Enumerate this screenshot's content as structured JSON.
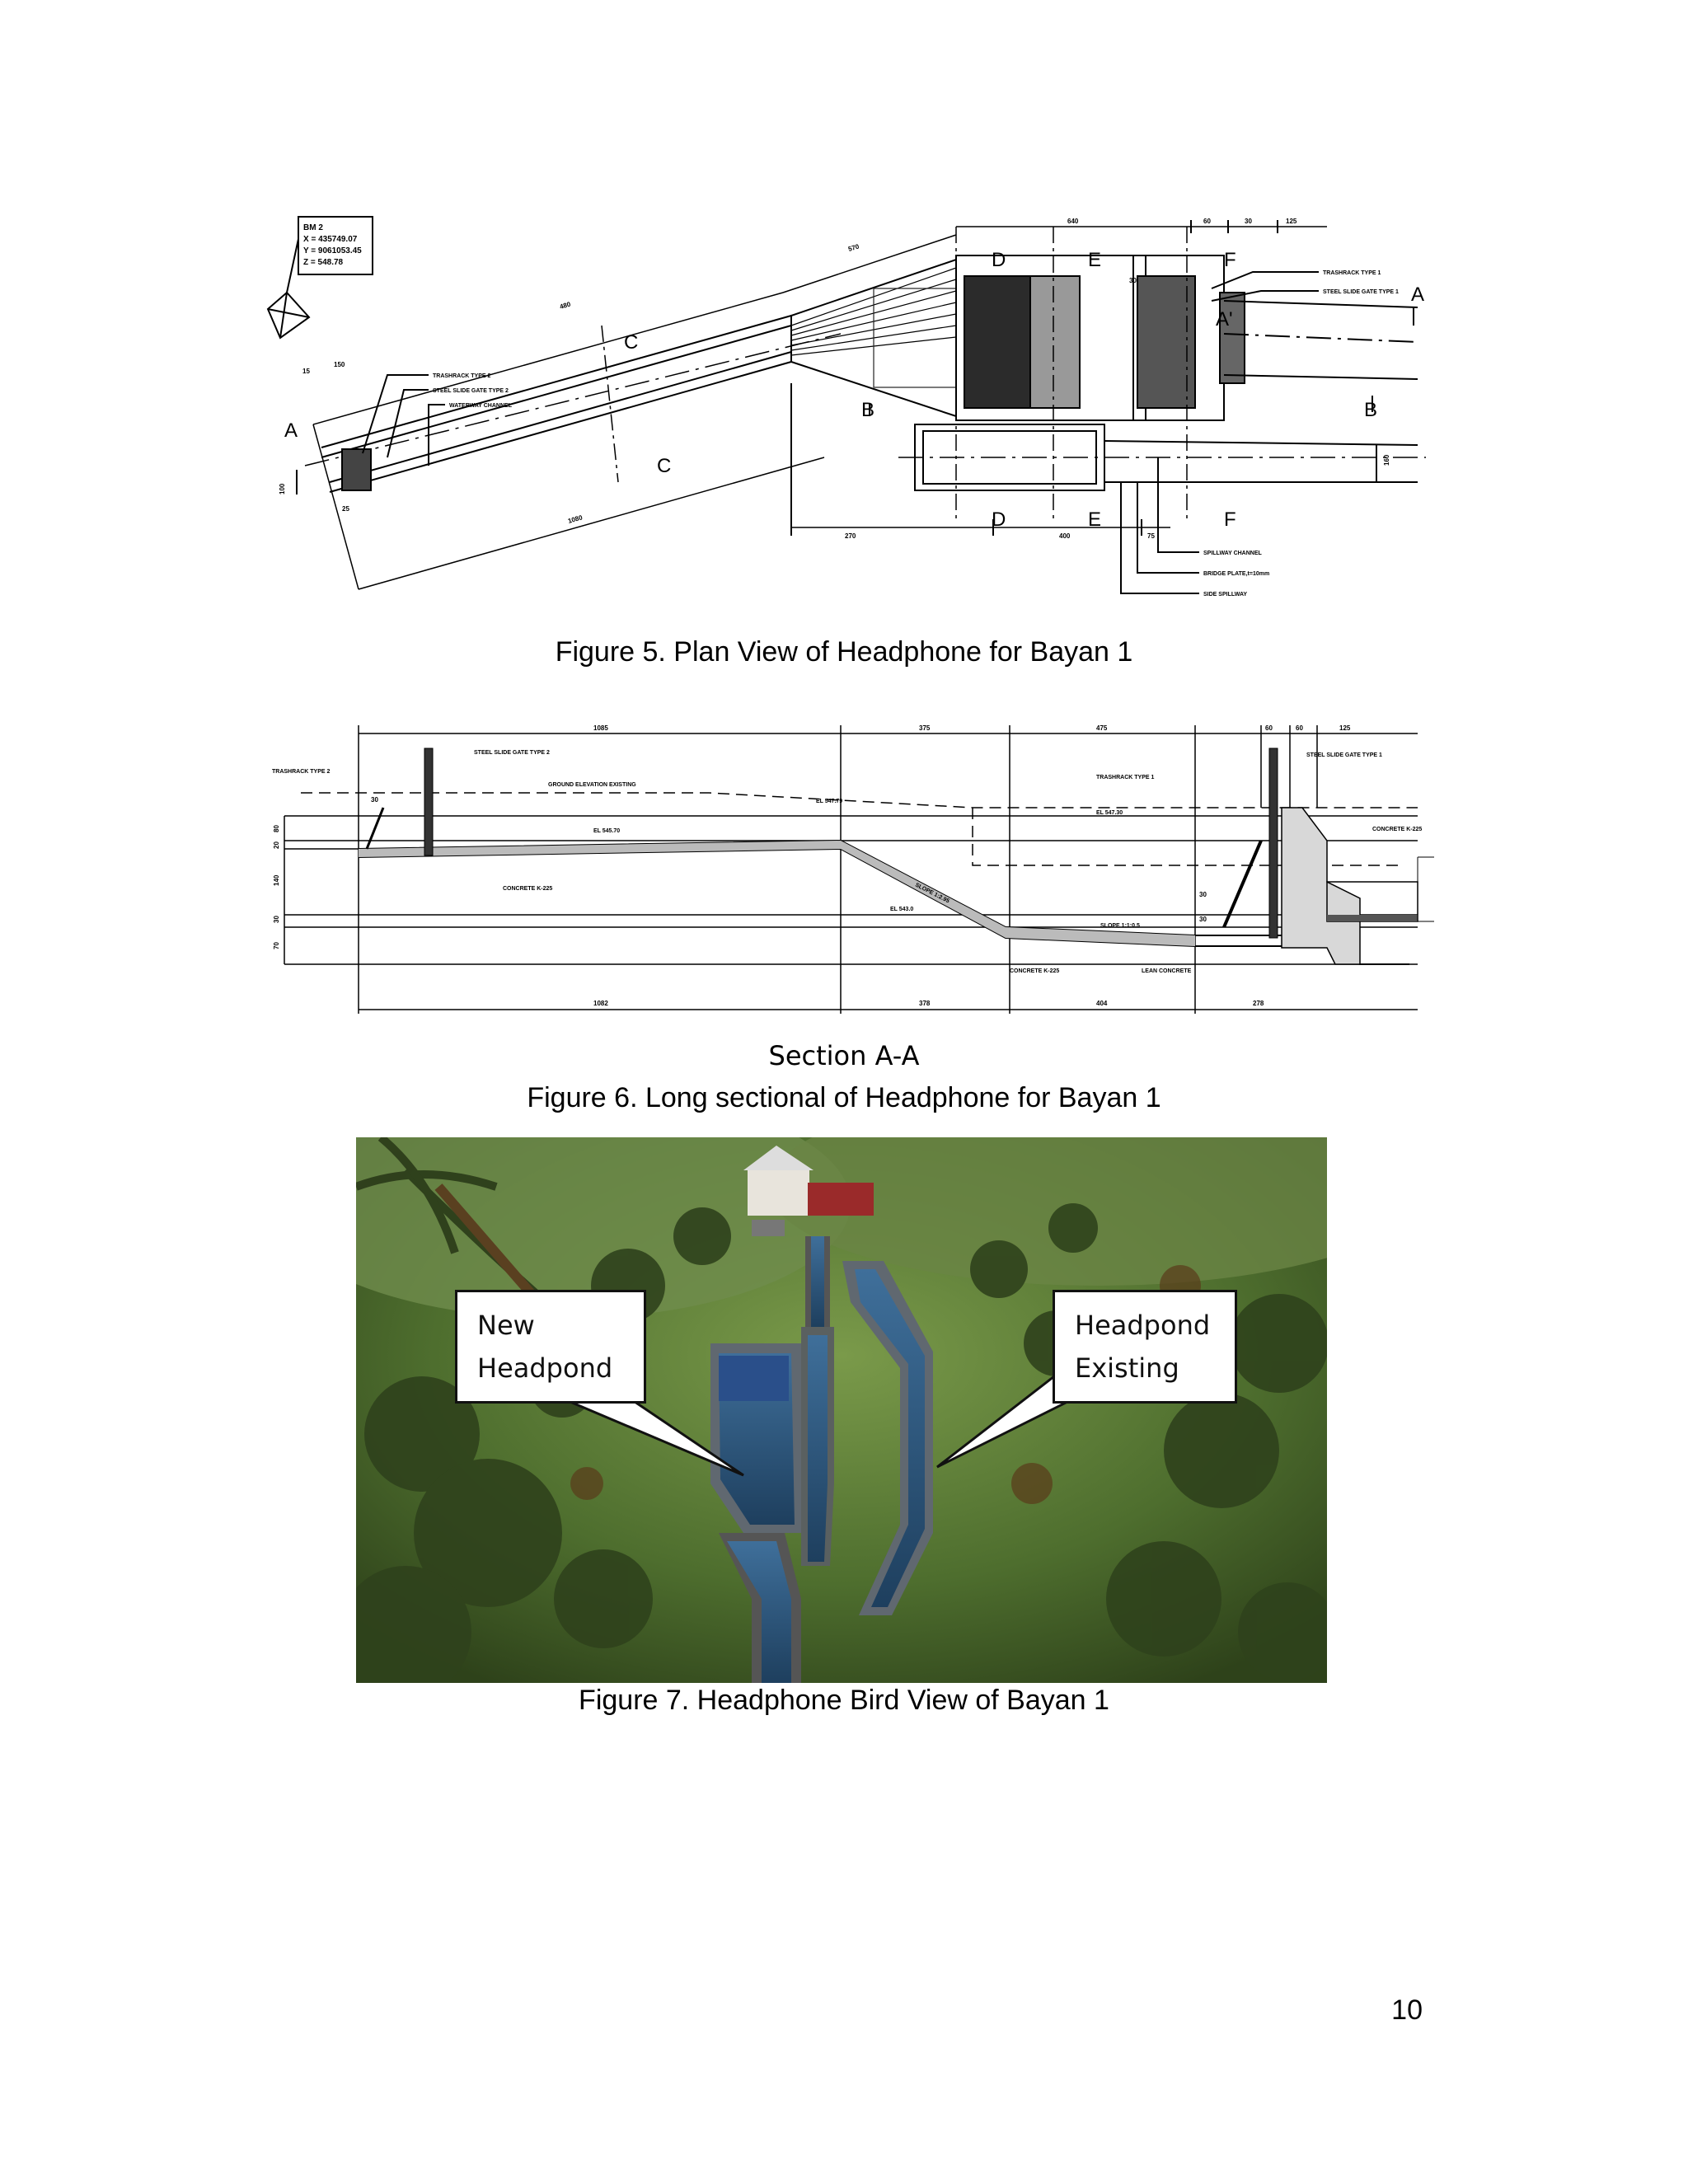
{
  "figure5": {
    "caption": "Figure 5. Plan View of Headphone for Bayan 1",
    "bm_box": [
      "BM 2",
      "X = 435749.07",
      "Y = 9061053.45",
      "Z = 548.78"
    ],
    "section_marks": {
      "A": "A",
      "A_prime": "A'",
      "B": "B",
      "C": "C",
      "D": "D",
      "E": "E",
      "F": "F"
    },
    "labels": {
      "trashrack2": "TRASHRACK TYPE 2",
      "gate2": "STEEL SLIDE GATE TYPE 2",
      "waterway": "WATERWAY CHANNEL",
      "trashrack1": "TRASHRACK TYPE 1",
      "gate1": "STEEL SLIDE GATE TYPE 1",
      "spillway_channel": "SPILLWAY CHANNEL",
      "bridge_plate": "BRIDGE PLATE,t=10mm",
      "side_spillway": "SIDE SPILLWAY"
    },
    "dims": {
      "d640": "640",
      "d60": "60",
      "d30": "30",
      "d125": "125",
      "d570": "570",
      "d30b": "30",
      "d480": "480",
      "d15": "15",
      "d150": "150",
      "d1080": "1080",
      "d270": "270",
      "d400": "400",
      "d75": "75",
      "d160": "160",
      "d25": "25",
      "d100": "100"
    }
  },
  "figure6": {
    "section_title": "Section A-A",
    "caption": "Figure 6. Long sectional of Headphone for Bayan 1",
    "labels": {
      "gate2": "STEEL SLIDE GATE TYPE 2",
      "trashrack2": "TRASHRACK TYPE 2",
      "ground": "GROUND ELEVATION EXISTING",
      "el1": "EL 547.79",
      "el2": "EL 545.70",
      "concrete1": "CONCRETE K-225",
      "slope1": "SLOPE 1:2.95",
      "el3": "EL 543.0",
      "trashrack1": "TRASHRACK TYPE 1",
      "el4": "EL 547.30",
      "slope2": "SLOPE 1:1:0.5",
      "concrete2": "CONCRETE K-225",
      "lean": "LEAN CONCRETE",
      "gate1": "STEEL SLIDE GATE TYPE 1",
      "concrete3": "CONCRETE K-225"
    },
    "dims_top": [
      "1085",
      "375",
      "475",
      "60",
      "60",
      "125"
    ],
    "dims_bottom": [
      "1082",
      "378",
      "404",
      "278"
    ],
    "dims_left": [
      "80",
      "20",
      "140",
      "30",
      "70"
    ],
    "dims_small": [
      "30",
      "30",
      "30"
    ]
  },
  "figure7": {
    "caption": "Figure 7. Headphone Bird View of Bayan 1",
    "callout_left": [
      "New",
      "Headpond"
    ],
    "callout_right": [
      "Headpond",
      "Existing"
    ]
  },
  "page_number": "10"
}
